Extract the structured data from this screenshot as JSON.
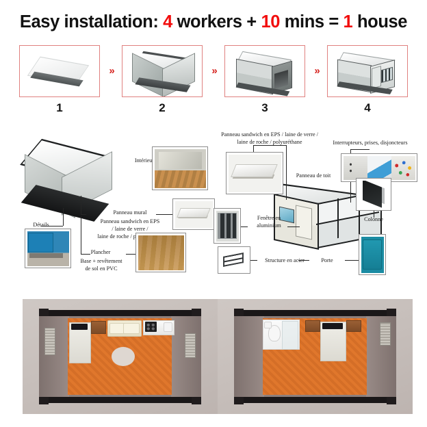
{
  "title": {
    "part1": "Easy installation: ",
    "num1": "4",
    "part2": " workers + ",
    "num2": "10",
    "part3": " mins = ",
    "num3": "1",
    "part4": " house",
    "accent_color": "#f20d0d",
    "text_color": "#121212"
  },
  "steps": {
    "separator": "»",
    "items": [
      {
        "number": "1",
        "art": "flat-pack-panel"
      },
      {
        "number": "2",
        "art": "unfolding-container"
      },
      {
        "number": "3",
        "art": "open-container"
      },
      {
        "number": "4",
        "art": "finished-container"
      }
    ]
  },
  "diagram_left": {
    "labels": {
      "interior": "Intérieur",
      "details": "Détails",
      "wall_panel": "Panneau mural",
      "wall_panel_sub": "Panneau sandwich en EPS\n/ laine de verre /\nlaine de roche / polyuréthane",
      "floor": "Plancher",
      "floor_sub": "Base + revêtement\nde sol en PVC"
    },
    "thumbnails": {
      "interior": "interior-room-photo",
      "details": "blue-container-base-detail-photo",
      "wall_panel": "sandwich-panel-photo",
      "floor": "pvc-wood-floor-photo"
    }
  },
  "diagram_right": {
    "labels": {
      "roof_sandwich": "Panneau sandwich en EPS / laine de verre /\nlaine de roche / polyuréthane",
      "electrical": "Interrupteurs, prises, disjoncteurs",
      "roof_panel": "Panneau de toit",
      "window": "Fenêtre en\naluminium",
      "steel_structure": "Structure en acier",
      "column": "Colonne",
      "door": "Porte"
    },
    "thumbnails": {
      "roof_sandwich": "sandwich-panel-photo",
      "electrical": "switches-sockets-breakers-photo",
      "window": "aluminium-window-photo",
      "steel_structure": "steel-frame-photo",
      "column": "black-column-profile-photo",
      "door": "teal-door-photo"
    }
  },
  "floor_plans": [
    {
      "name": "studio-layout",
      "features": [
        "bed",
        "nightstand",
        "sofa",
        "kitchen-counter",
        "cooktop",
        "round-rug",
        "louvered-window-left",
        "louvered-window-right"
      ],
      "floor_color": "#e0772c"
    },
    {
      "name": "bedroom-bathroom-layout",
      "features": [
        "bathroom",
        "toilet",
        "shower",
        "sink",
        "double-bed",
        "nightstand-left",
        "nightstand-right",
        "louvered-window-right"
      ],
      "floor_color": "#e0772c"
    }
  ]
}
